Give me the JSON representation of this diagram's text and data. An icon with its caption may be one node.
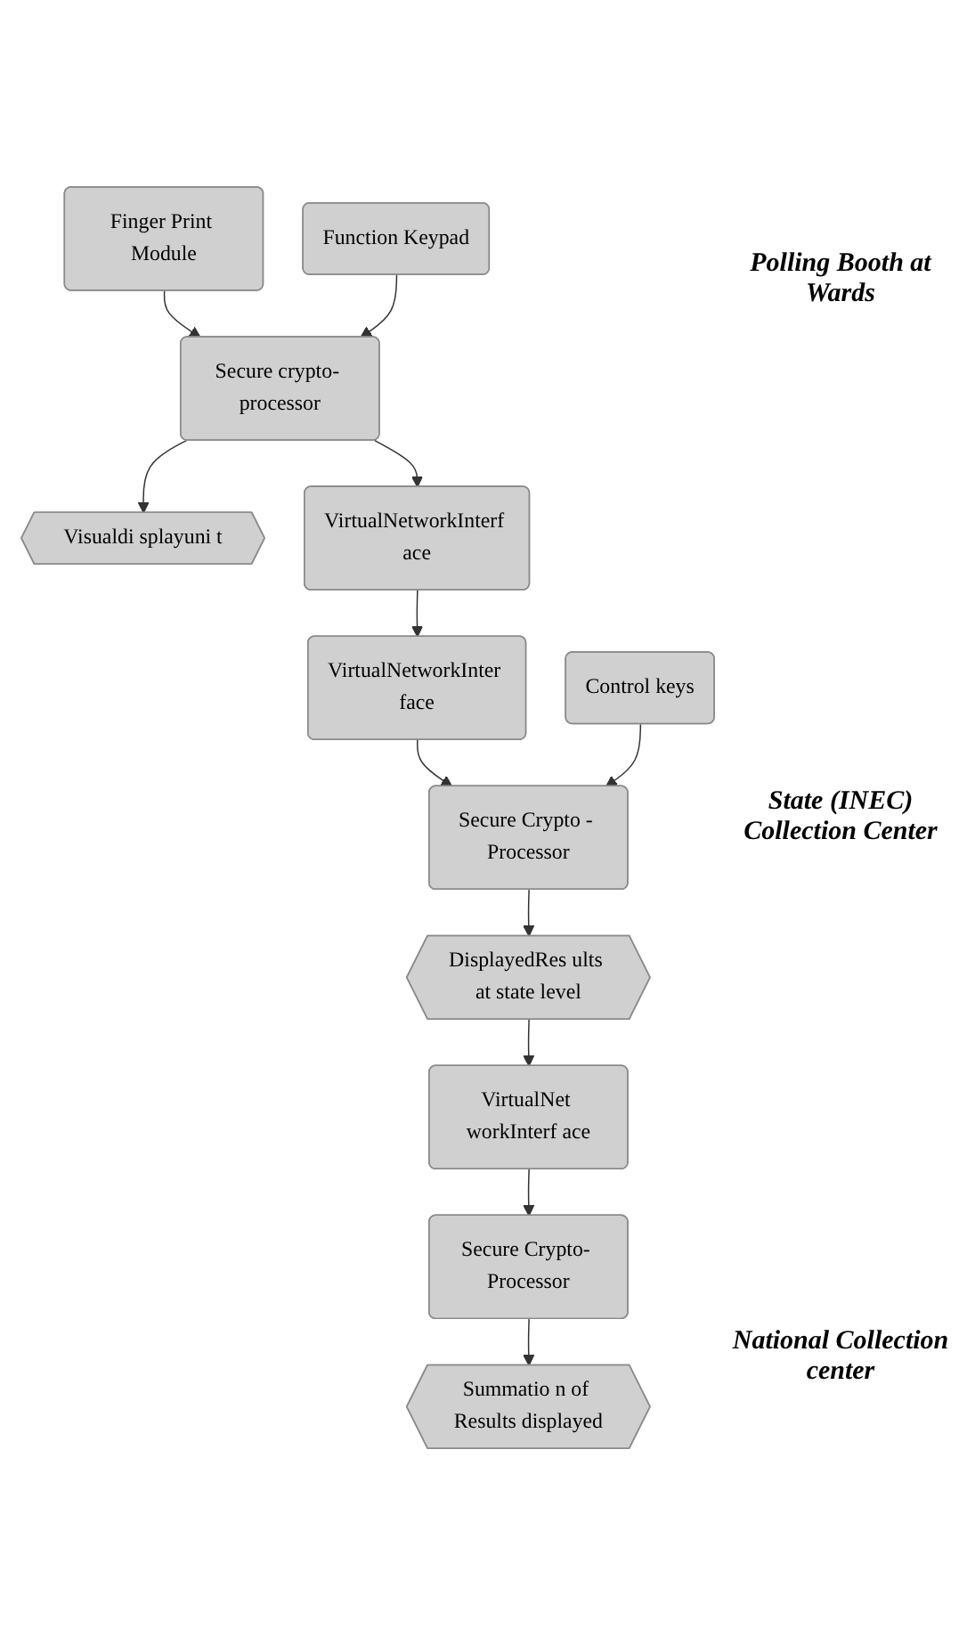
{
  "diagram": {
    "nodes": [
      {
        "text": [
          "Finger Print Module"
        ]
      },
      {
        "text": [
          "Function Keypad"
        ]
      },
      {
        "text": [
          "Visualdi splayuni t"
        ]
      },
      {
        "text": [
          "Secure crypto- processor"
        ]
      },
      {
        "text": [
          "VirtualNetworkInterf ace"
        ]
      },
      {
        "text": [
          "VirtualNetworkInter face"
        ]
      },
      {
        "text": [
          "Control keys"
        ]
      },
      {
        "text": [
          "Secure Crypto - Processor"
        ]
      },
      {
        "text": [
          "DisplayedRes ults at state level"
        ]
      },
      {
        "text": [
          "Summatio n of Results displayed"
        ]
      },
      {
        "text": [
          "Secure Crypto- Processor"
        ]
      },
      {
        "text": [
          "VirtualNet workInterf ace"
        ]
      }
    ],
    "edges": [
      {
        "from": 0,
        "to": 3,
        "arrow": "to"
      },
      {
        "from": 1,
        "to": 3,
        "arrow": "to"
      },
      {
        "from": 3,
        "to": 2,
        "arrow": "to"
      },
      {
        "from": 3,
        "to": 4,
        "arrow": "to"
      },
      {
        "from": 4,
        "to": 5,
        "arrow": "to"
      },
      {
        "from": 5,
        "to": 7,
        "arrow": "to"
      },
      {
        "from": 6,
        "to": 7,
        "arrow": "to"
      },
      {
        "from": 7,
        "to": 8,
        "arrow": "to"
      },
      {
        "from": 8,
        "to": 11,
        "arrow": "to"
      },
      {
        "from": 11,
        "to": 10,
        "arrow": "to"
      },
      {
        "from": 10,
        "to": 9,
        "arrow": "to"
      }
    ],
    "labels": [
      "Polling Booth at Wards",
      "State (INEC) Collection Center",
      "National Collection center"
    ]
  }
}
